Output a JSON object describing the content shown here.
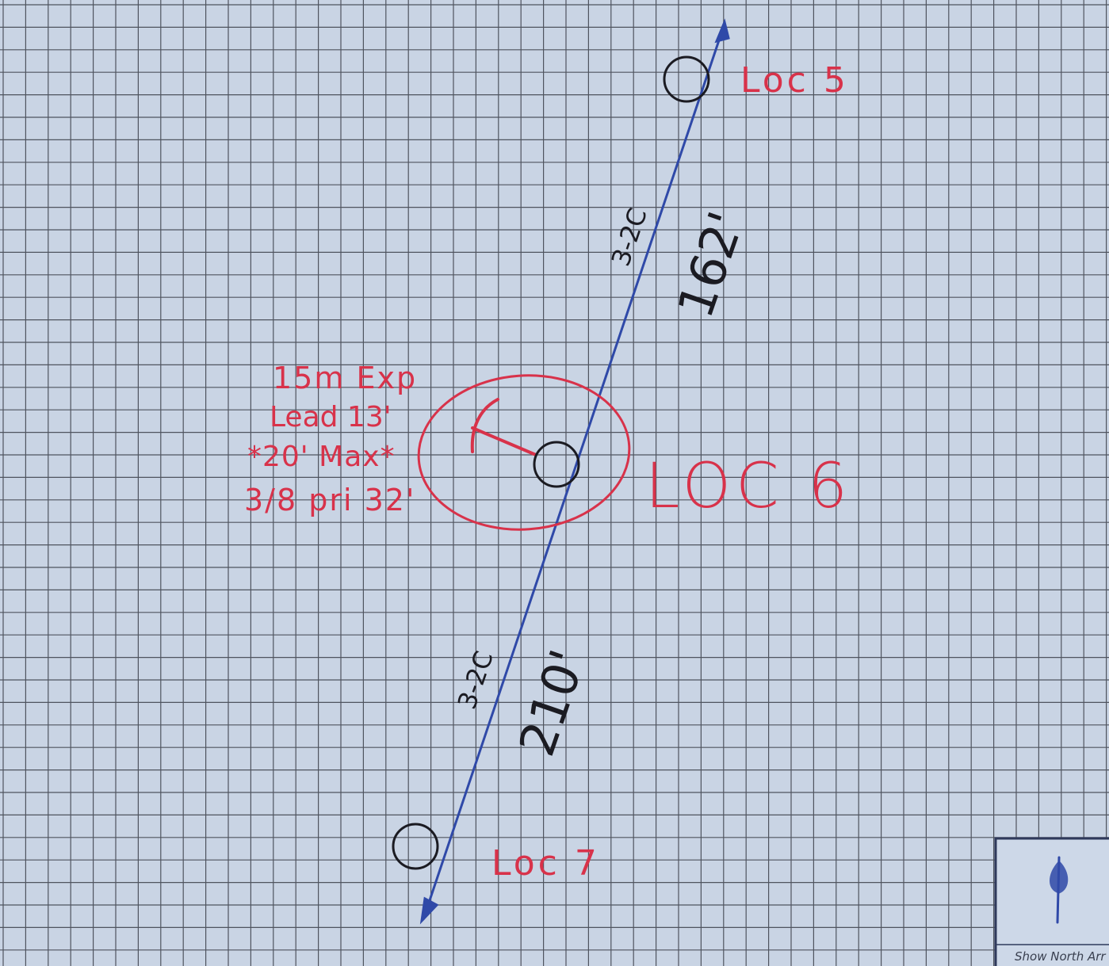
{
  "colors": {
    "paper": "#c9d4e4",
    "grid": "#3a3e48",
    "ink_blue": "#2f49a8",
    "ink_red": "#d8324a",
    "ink_black": "#1b1b22"
  },
  "locations": {
    "loc5": {
      "label": "Loc 5"
    },
    "loc6": {
      "label": "LOC 6"
    },
    "loc7": {
      "label": "Loc 7"
    }
  },
  "segments": {
    "upper": {
      "cable": "3-2C",
      "length": "162'"
    },
    "lower": {
      "cable": "3-2C",
      "length": "210'"
    }
  },
  "notes": [
    "15m Exp",
    "Lead 13'",
    "*20' Max*",
    "3/8 pri 32'"
  ],
  "north_arrow": {
    "caption": "Show North Arr",
    "icon": "north-arrow-icon"
  }
}
